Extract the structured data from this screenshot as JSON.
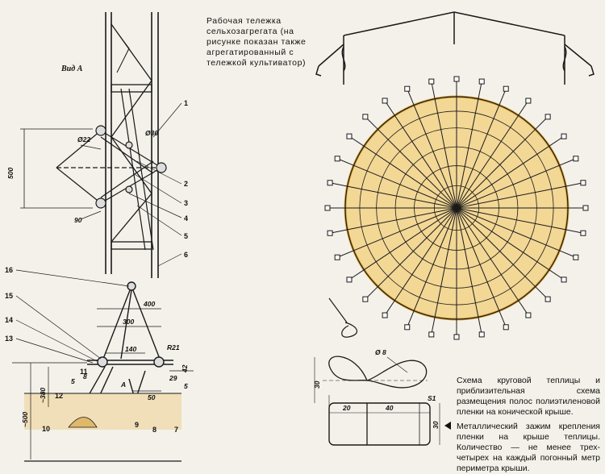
{
  "captions": {
    "top": "Рабочая тележка сельхозагрегата (на рисунке показан также агрегатированный с тележкой культиватор)",
    "right_scheme": "Схема круговой теплицы и приблизительная схема размещения полос полиэтиленовой пленки на конической крыше.",
    "right_clamp": "Металлический зажим крепления пленки на крыше теплицы. Количество — не менее трех-четырех на каждый погонный метр периметра крыши."
  },
  "left_drawing": {
    "view_label": "Вид А",
    "part_numbers": [
      "1",
      "2",
      "3",
      "4",
      "5",
      "6",
      "7",
      "8",
      "9",
      "10",
      "11",
      "12",
      "13",
      "14",
      "15",
      "16"
    ],
    "dimensions": {
      "d22": "Ø22",
      "d30": "Ø30",
      "d500": "500",
      "d90": "90",
      "d400": "400",
      "d300": "300",
      "d140": "140",
      "r21": "R21",
      "d42": "42",
      "d5a": "5",
      "d8": "8",
      "d29": "29",
      "d5b": "5",
      "d50": "50",
      "d380": "~380",
      "d500b": "~500",
      "arrow_a": "А"
    }
  },
  "clamp_drawing": {
    "d8": "Ø 8",
    "d30a": "30",
    "d20": "20",
    "d40": "40",
    "s1": "S1",
    "d30b": "30"
  },
  "colors": {
    "roof_fill": "#f3d795",
    "roof_edge": "#d9a43a",
    "ink": "#1a1a1a",
    "soil": "#e0b86a"
  }
}
